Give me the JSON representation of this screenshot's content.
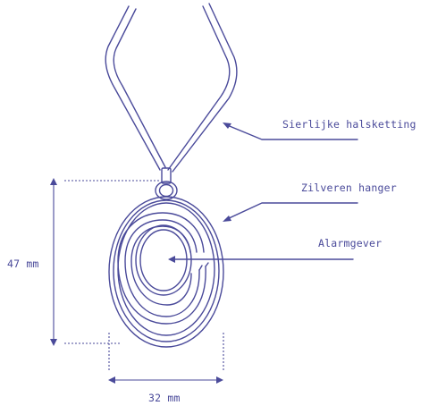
{
  "colors": {
    "line": "#4a4a9a",
    "background": "#ffffff"
  },
  "labels": {
    "necklace": "Sierlijke halsketting",
    "pendant": "Zilveren hanger",
    "alarm": "Alarmgever"
  },
  "dimensions": {
    "height": "47 mm",
    "width": "32 mm"
  }
}
